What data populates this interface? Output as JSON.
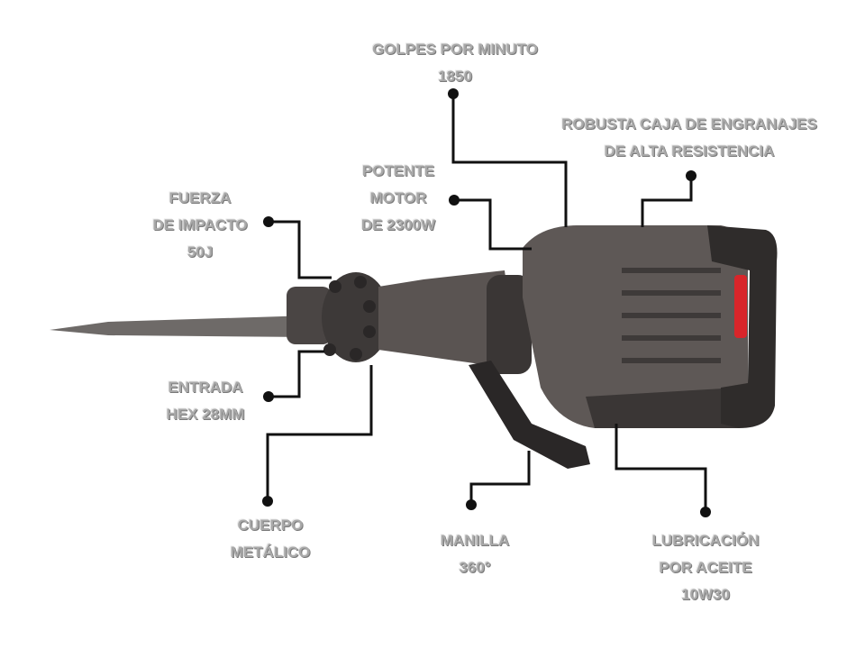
{
  "labels": {
    "golpes": {
      "lines": [
        "GOLPES POR MINUTO",
        "1850"
      ]
    },
    "caja": {
      "lines": [
        "ROBUSTA CAJA DE ENGRANAJES",
        "DE ALTA RESISTENCIA"
      ]
    },
    "motor": {
      "lines": [
        "POTENTE",
        "MOTOR",
        "DE 2300W"
      ]
    },
    "fuerza": {
      "lines": [
        "FUERZA",
        "DE IMPACTO",
        "50J"
      ]
    },
    "entrada": {
      "lines": [
        "ENTRADA",
        "HEX 28MM"
      ]
    },
    "cuerpo": {
      "lines": [
        "CUERPO",
        "METÁLICO"
      ]
    },
    "manilla": {
      "lines": [
        "MANILLA",
        "360°"
      ]
    },
    "lubricacion": {
      "lines": [
        "LUBRICACIÓN",
        "POR ACEITE",
        "10W30"
      ]
    }
  },
  "colors": {
    "label_text": "#a9a9a9",
    "connector": "#111111",
    "body": "#5a5452",
    "accent_red": "#d8252a"
  }
}
